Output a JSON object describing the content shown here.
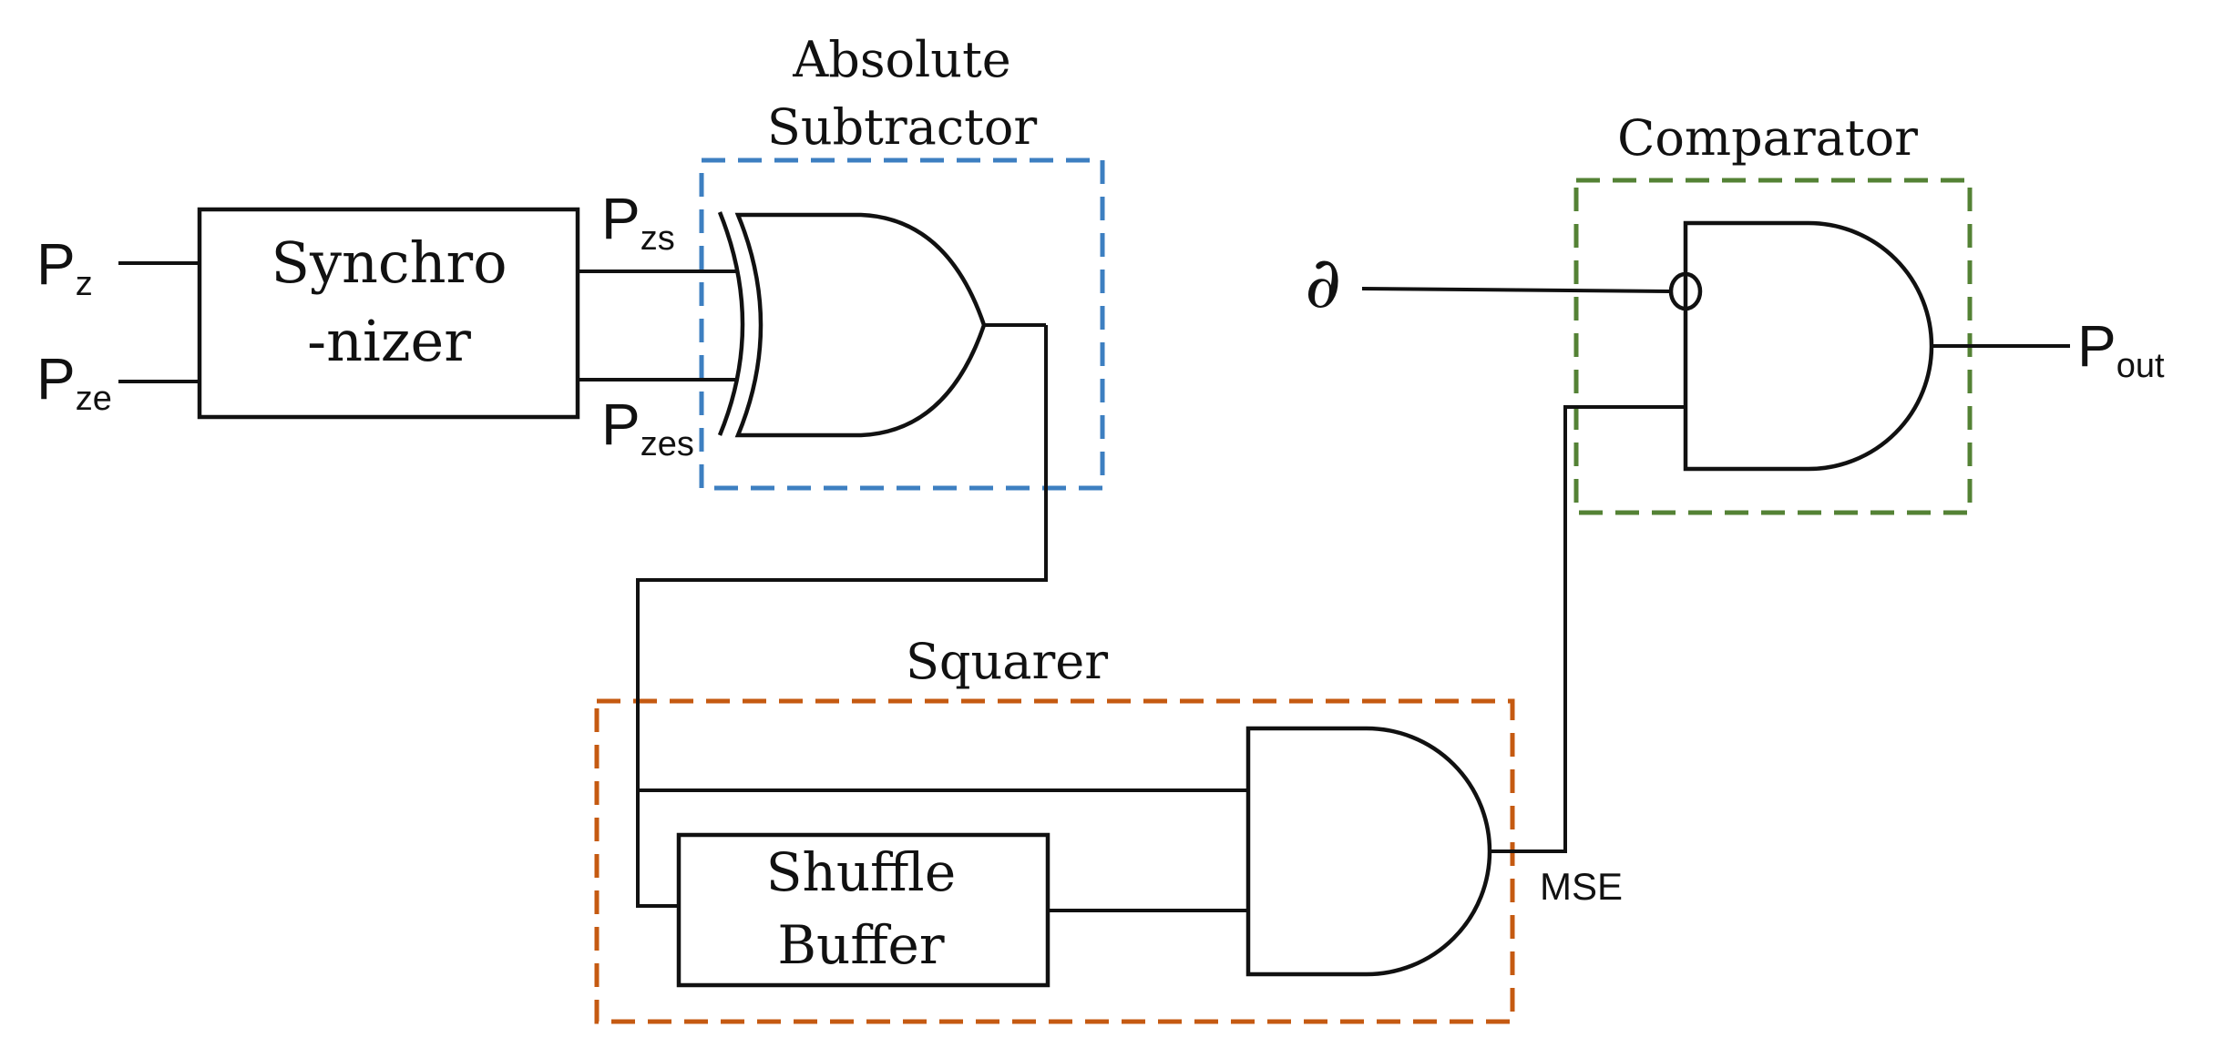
{
  "labels": {
    "synchronizer_line1": "Synchro",
    "synchronizer_line2": "-nizer",
    "subtractor_line1": "Absolute",
    "subtractor_line2": "Subtractor",
    "comparator": "Comparator",
    "squarer": "Squarer",
    "shuffle_line1": "Shuffle",
    "shuffle_line2": "Buffer",
    "mse": "MSE",
    "partial": "∂"
  },
  "signals": {
    "pz": {
      "base": "P",
      "sub": "z"
    },
    "pze": {
      "base": "P",
      "sub": "ze"
    },
    "pzs": {
      "base": "P",
      "sub": "zs"
    },
    "pzes": {
      "base": "P",
      "sub": "zes"
    },
    "pout": {
      "base": "P",
      "sub": "out"
    }
  },
  "colors": {
    "subtractor": "#3d7fc1",
    "comparator": "#548235",
    "squarer": "#c55a11",
    "line": "#111111"
  }
}
